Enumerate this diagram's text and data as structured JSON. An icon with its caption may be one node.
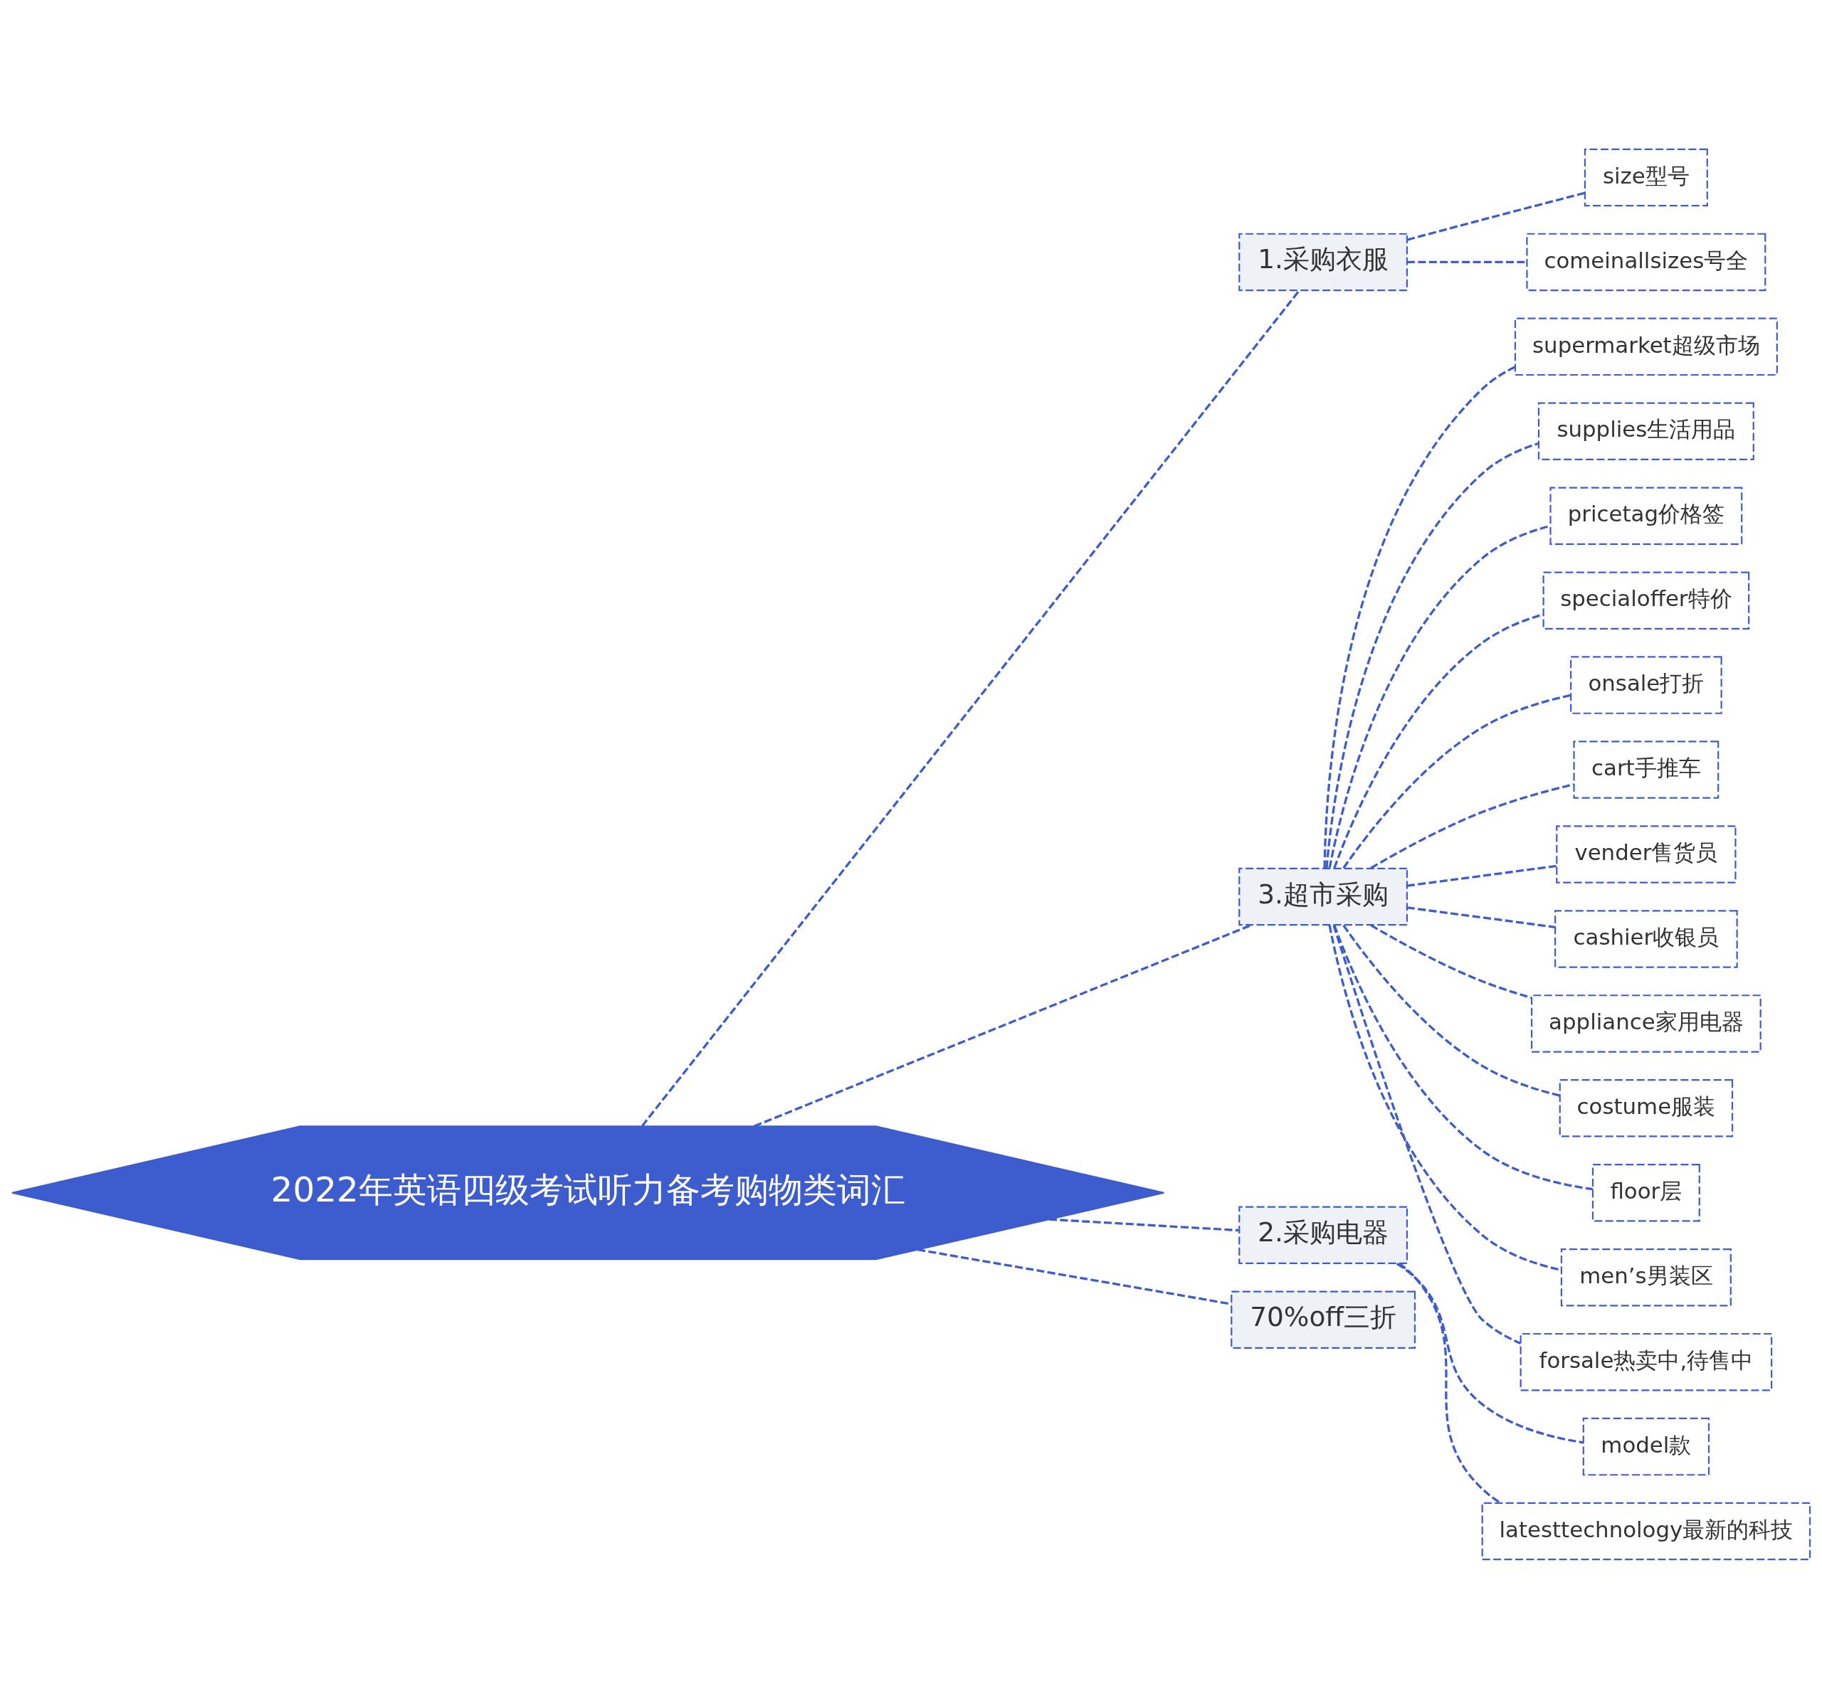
{
  "diagram": {
    "nodes": [
      {
        "text": [
          "2022年英语四级考试听力备考购物类词汇"
        ]
      },
      {
        "text": [
          "1.采购衣服"
        ]
      },
      {
        "text": [
          "size型号"
        ]
      },
      {
        "text": [
          "comeinallsizes号全"
        ]
      },
      {
        "text": [
          "3.超市采购"
        ]
      },
      {
        "text": [
          "supermarket超级市场"
        ]
      },
      {
        "text": [
          "supplies生活用品"
        ]
      },
      {
        "text": [
          "pricetag价格签"
        ]
      },
      {
        "text": [
          "specialoffer特价"
        ]
      },
      {
        "text": [
          "onsale打折"
        ]
      },
      {
        "text": [
          "cart手推车"
        ]
      },
      {
        "text": [
          "vender售货员"
        ]
      },
      {
        "text": [
          "cashier收银员"
        ]
      },
      {
        "text": [
          "appliance家用电器"
        ]
      },
      {
        "text": [
          "costume服装"
        ]
      },
      {
        "text": [
          "floor层"
        ]
      },
      {
        "text": [
          "men’s男装区"
        ]
      },
      {
        "text": [
          "forsale热卖中,待售中"
        ]
      },
      {
        "text": [
          "2.采购电器"
        ]
      },
      {
        "text": [
          "model款"
        ]
      },
      {
        "text": [
          "latesttechnology最新的科技"
        ]
      },
      {
        "text": [
          "70%off三折"
        ]
      }
    ],
    "edges": [
      {
        "from": 0,
        "to": 1,
        "arrow": "none",
        "style": "dashed"
      },
      {
        "from": 1,
        "to": 2,
        "arrow": "none",
        "style": "dashed"
      },
      {
        "from": 1,
        "to": 3,
        "arrow": "none",
        "style": "dashed"
      },
      {
        "from": 0,
        "to": 4,
        "arrow": "none",
        "style": "dashed"
      },
      {
        "from": 4,
        "to": 5,
        "arrow": "none",
        "style": "dashed"
      },
      {
        "from": 4,
        "to": 6,
        "arrow": "none",
        "style": "dashed"
      },
      {
        "from": 4,
        "to": 7,
        "arrow": "none",
        "style": "dashed"
      },
      {
        "from": 4,
        "to": 8,
        "arrow": "none",
        "style": "dashed"
      },
      {
        "from": 4,
        "to": 9,
        "arrow": "none",
        "style": "dashed"
      },
      {
        "from": 4,
        "to": 10,
        "arrow": "none",
        "style": "dashed"
      },
      {
        "from": 4,
        "to": 11,
        "arrow": "none",
        "style": "dashed"
      },
      {
        "from": 4,
        "to": 12,
        "arrow": "none",
        "style": "dashed"
      },
      {
        "from": 4,
        "to": 13,
        "arrow": "none",
        "style": "dashed"
      },
      {
        "from": 4,
        "to": 14,
        "arrow": "none",
        "style": "dashed"
      },
      {
        "from": 4,
        "to": 15,
        "arrow": "none",
        "style": "dashed"
      },
      {
        "from": 4,
        "to": 16,
        "arrow": "none",
        "style": "dashed"
      },
      {
        "from": 4,
        "to": 17,
        "arrow": "none",
        "style": "dashed"
      },
      {
        "from": 0,
        "to": 18,
        "arrow": "none",
        "style": "dashed"
      },
      {
        "from": 18,
        "to": 19,
        "arrow": "none",
        "style": "dashed"
      },
      {
        "from": 18,
        "to": 20,
        "arrow": "none",
        "style": "dashed"
      },
      {
        "from": 0,
        "to": 21,
        "arrow": "none",
        "style": "dashed"
      }
    ]
  }
}
